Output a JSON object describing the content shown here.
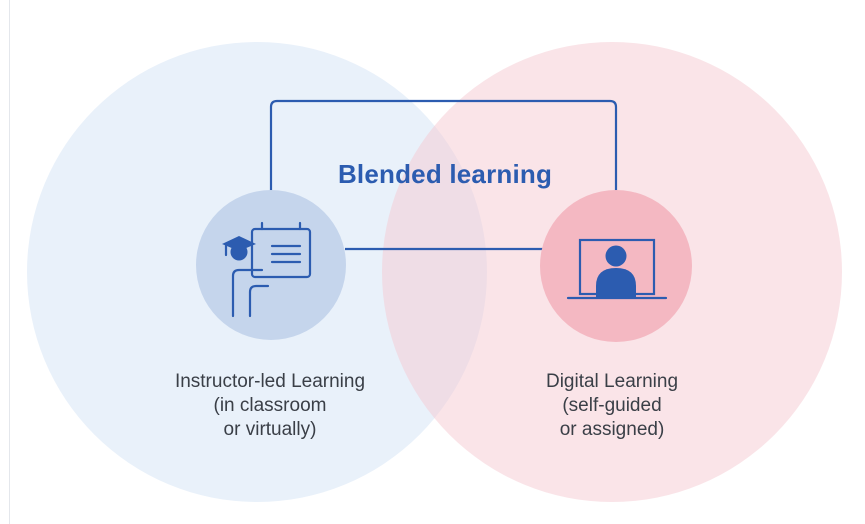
{
  "diagram": {
    "title": "Blended learning",
    "left": {
      "icon": "instructor-at-whiteboard-icon",
      "lines": [
        "Instructor-led Learning",
        "(in classroom",
        "or virtually)"
      ],
      "circle_color": "#e9f1fa",
      "badge_color": "#c5d5ec"
    },
    "right": {
      "icon": "person-at-screen-icon",
      "lines": [
        "Digital Learning",
        "(self-guided",
        "or assigned)"
      ],
      "circle_color": "#fbe3e7",
      "badge_color": "#f4b8c2"
    },
    "accent_color": "#2c5cb0"
  }
}
